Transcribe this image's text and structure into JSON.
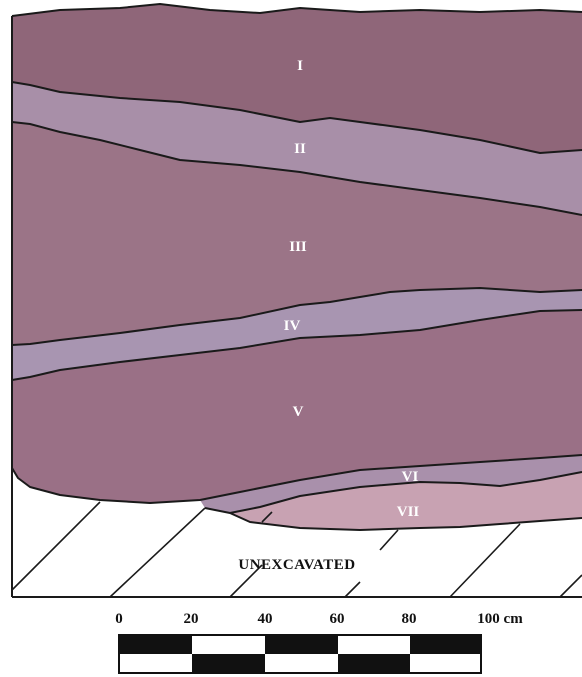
{
  "strata": [
    {
      "id": "I",
      "label": "I",
      "color": "#8f6679"
    },
    {
      "id": "II",
      "label": "II",
      "color": "#a88fa8"
    },
    {
      "id": "III",
      "label": "III",
      "color": "#9b7487"
    },
    {
      "id": "IV",
      "label": "IV",
      "color": "#a895b1"
    },
    {
      "id": "V",
      "label": "V",
      "color": "#9a7086"
    },
    {
      "id": "VI",
      "label": "VI",
      "color": "#a990ab"
    },
    {
      "id": "VII",
      "label": "VII",
      "color": "#c8a2b2"
    }
  ],
  "unexcavated": {
    "label": "UNEXCAVATED"
  },
  "scale": {
    "ticks": [
      "0",
      "20",
      "40",
      "60",
      "80",
      "100 cm"
    ]
  }
}
